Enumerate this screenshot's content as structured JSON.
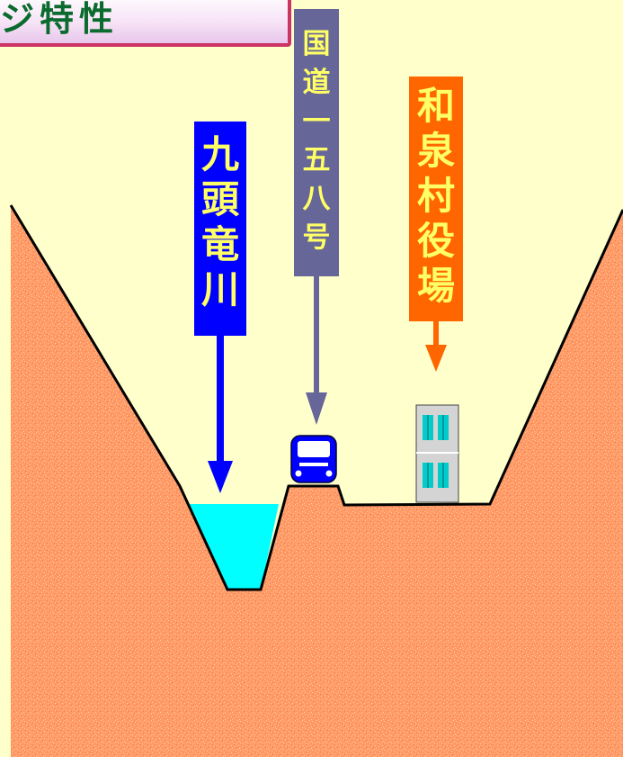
{
  "title": "ジ特性",
  "labels": {
    "river": [
      "九",
      "頭",
      "竜",
      "川"
    ],
    "road": [
      "国",
      "道",
      "一",
      "五",
      "八",
      "号"
    ],
    "office": [
      "和",
      "泉",
      "村",
      "役",
      "場"
    ]
  },
  "colors": {
    "background": "#FFFFCC",
    "ground": "#FF9966",
    "ground_speckle": "#FFCC99",
    "water": "#00FFFF",
    "river_label": "#0000FF",
    "road_label": "#666699",
    "office_label": "#FF6600",
    "label_text": "#FFFF66",
    "title_text": "#0B6B2E",
    "title_border": "#CC3366"
  },
  "icons": {
    "vehicle": "bus-icon",
    "building": "building-icon"
  }
}
